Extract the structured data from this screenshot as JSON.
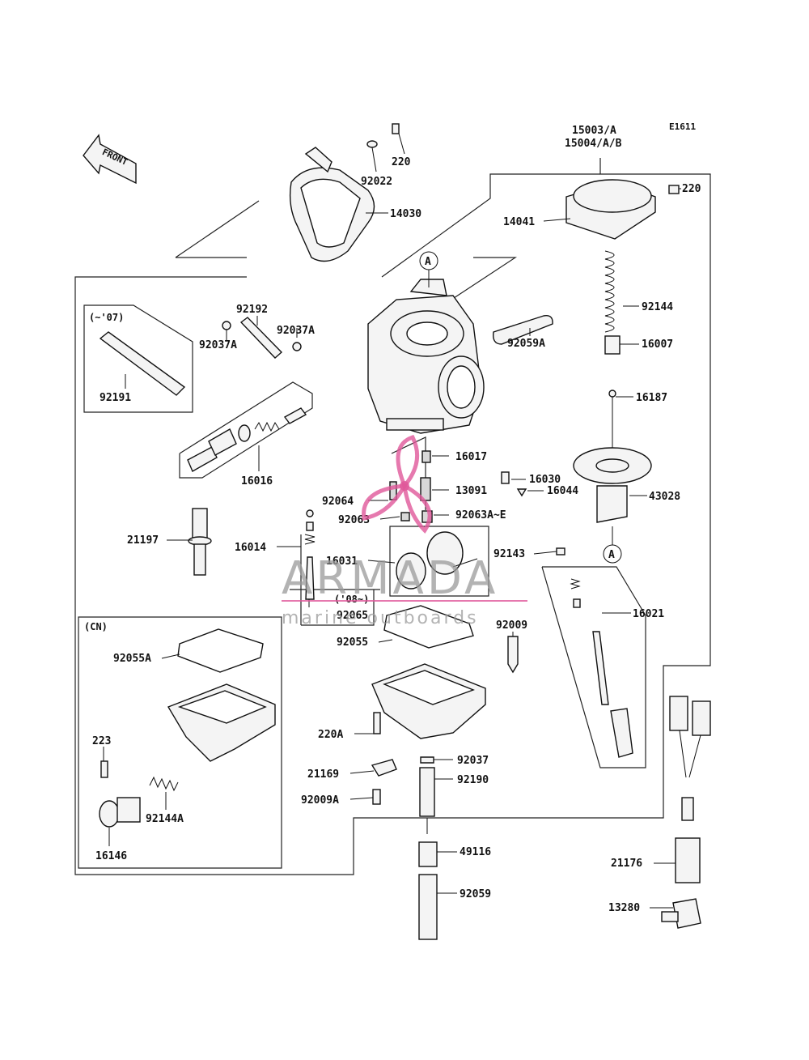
{
  "diagram_code": "E1611",
  "front_label": "FRONT",
  "assembly_numbers": [
    "15003/A",
    "15004/A/B"
  ],
  "marker_a": "A",
  "variant_labels": {
    "pre08": "(~'07)",
    "post08": "('08~)",
    "cn": "(CN)"
  },
  "watermark": {
    "brand": "ARMADA",
    "tagline": "marine outboards",
    "accent_color": "#e0579a"
  },
  "parts": {
    "p220_top": "220",
    "p92022": "92022",
    "p14030": "14030",
    "p220_right": "220",
    "p14041": "14041",
    "p92144": "92144",
    "p16007": "16007",
    "p16187": "16187",
    "p16030": "16030",
    "p16044": "16044",
    "p43028": "43028",
    "p92192": "92192",
    "p92037A_a": "92037A",
    "p92037A_b": "92037A",
    "p92059A": "92059A",
    "p92191": "92191",
    "p16016": "16016",
    "p16017": "16017",
    "p92064": "92064",
    "p13091": "13091",
    "p92063": "92063",
    "p92063AE": "92063A~E",
    "p21197": "21197",
    "p16014": "16014",
    "p16031": "16031",
    "p92143": "92143",
    "p92065": "92065",
    "p16021": "16021",
    "p92055A": "92055A",
    "p92055": "92055",
    "p92009": "92009",
    "p220A": "220A",
    "p223": "223",
    "p92144A": "92144A",
    "p16146": "16146",
    "p21169": "21169",
    "p92037": "92037",
    "p92190": "92190",
    "p92009A": "92009A",
    "p49116": "49116",
    "p92059": "92059",
    "p21176": "21176",
    "p13280": "13280"
  }
}
